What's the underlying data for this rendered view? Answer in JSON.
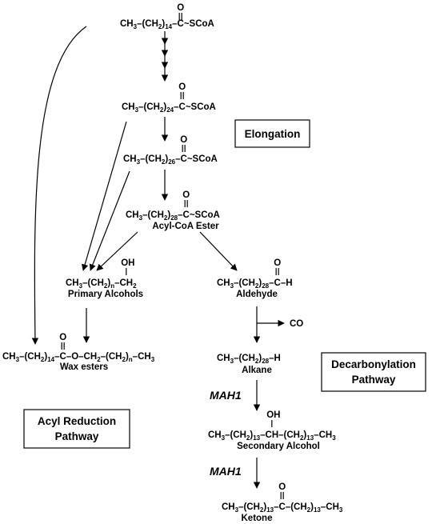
{
  "compounds": {
    "c16": {
      "parts": [
        [
          "CH",
          "n"
        ],
        [
          "3",
          "s"
        ],
        [
          "–(CH",
          "n"
        ],
        [
          "2",
          "s"
        ],
        [
          ")",
          "n"
        ],
        [
          "14",
          "s"
        ],
        [
          "–C~SCoA",
          "n"
        ]
      ],
      "o": "O"
    },
    "c26": {
      "parts": [
        [
          "CH",
          "n"
        ],
        [
          "3",
          "s"
        ],
        [
          "–(CH",
          "n"
        ],
        [
          "2",
          "s"
        ],
        [
          ")",
          "n"
        ],
        [
          "24",
          "s"
        ],
        [
          "–C~SCoA",
          "n"
        ]
      ],
      "o": "O"
    },
    "c28": {
      "parts": [
        [
          "CH",
          "n"
        ],
        [
          "3",
          "s"
        ],
        [
          "–(CH",
          "n"
        ],
        [
          "2",
          "s"
        ],
        [
          ")",
          "n"
        ],
        [
          "26",
          "s"
        ],
        [
          "–C~SCoA",
          "n"
        ]
      ],
      "o": "O"
    },
    "c30": {
      "parts": [
        [
          "CH",
          "n"
        ],
        [
          "3",
          "s"
        ],
        [
          "–(CH",
          "n"
        ],
        [
          "2",
          "s"
        ],
        [
          ")",
          "n"
        ],
        [
          "28",
          "s"
        ],
        [
          "–C~SCoA",
          "n"
        ]
      ],
      "o": "O"
    },
    "alcohol": {
      "parts": [
        [
          "CH",
          "n"
        ],
        [
          "3",
          "s"
        ],
        [
          "–(CH",
          "n"
        ],
        [
          "2",
          "s"
        ],
        [
          ")",
          "n"
        ],
        [
          "n",
          "s"
        ],
        [
          "–CH",
          "n"
        ],
        [
          "2",
          "s"
        ]
      ],
      "o": "OH"
    },
    "aldehyde": {
      "parts": [
        [
          "CH",
          "n"
        ],
        [
          "3",
          "s"
        ],
        [
          "–(CH",
          "n"
        ],
        [
          "2",
          "s"
        ],
        [
          ")",
          "n"
        ],
        [
          "28",
          "s"
        ],
        [
          "–C–H",
          "n"
        ]
      ],
      "o": "O"
    },
    "wax": {
      "parts": [
        [
          "CH",
          "n"
        ],
        [
          "3",
          "s"
        ],
        [
          "–(CH",
          "n"
        ],
        [
          "2",
          "s"
        ],
        [
          ")",
          "n"
        ],
        [
          "14",
          "s"
        ],
        [
          "–C–O–CH",
          "n"
        ],
        [
          "2",
          "s"
        ],
        [
          "–(CH",
          "n"
        ],
        [
          "2",
          "s"
        ],
        [
          ")",
          "n"
        ],
        [
          "n",
          "s"
        ],
        [
          "–CH",
          "n"
        ],
        [
          "3",
          "s"
        ]
      ],
      "o": "O"
    },
    "alkane": {
      "parts": [
        [
          "CH",
          "n"
        ],
        [
          "3",
          "s"
        ],
        [
          "–(CH",
          "n"
        ],
        [
          "2",
          "s"
        ],
        [
          ")",
          "n"
        ],
        [
          "28",
          "s"
        ],
        [
          "–H",
          "n"
        ]
      ]
    },
    "secalcohol": {
      "parts": [
        [
          "CH",
          "n"
        ],
        [
          "3",
          "s"
        ],
        [
          "–(CH",
          "n"
        ],
        [
          "2",
          "s"
        ],
        [
          ")",
          "n"
        ],
        [
          "13",
          "s"
        ],
        [
          "–CH–(CH",
          "n"
        ],
        [
          "2",
          "s"
        ],
        [
          ")",
          "n"
        ],
        [
          "13",
          "s"
        ],
        [
          "–CH",
          "n"
        ],
        [
          "3",
          "s"
        ]
      ],
      "o": "OH"
    },
    "ketone": {
      "parts": [
        [
          "CH",
          "n"
        ],
        [
          "3",
          "s"
        ],
        [
          "–(CH",
          "n"
        ],
        [
          "2",
          "s"
        ],
        [
          ")",
          "n"
        ],
        [
          "13",
          "s"
        ],
        [
          "–C–(CH",
          "n"
        ],
        [
          "2",
          "s"
        ],
        [
          ")",
          "n"
        ],
        [
          "13",
          "s"
        ],
        [
          "–CH",
          "n"
        ],
        [
          "3",
          "s"
        ]
      ],
      "o": "O"
    }
  },
  "labels": {
    "acyl_coa_ester": "Acyl-CoA Ester",
    "primary_alcohols": "Primary Alcohols",
    "aldehyde": "Aldehyde",
    "wax_esters": "Wax esters",
    "alkane": "Alkane",
    "secondary_alcohol": "Secondary Alcohol",
    "ketone": "Ketone",
    "co": "CO"
  },
  "boxes": {
    "elongation": [
      "Elongation"
    ],
    "decarbonylation": [
      "Decarbonylation",
      "Pathway"
    ],
    "acyl_reduction": [
      "Acyl Reduction",
      "Pathway"
    ]
  },
  "enzymes": {
    "mah1_a": "MAH1",
    "mah1_b": "MAH1"
  }
}
